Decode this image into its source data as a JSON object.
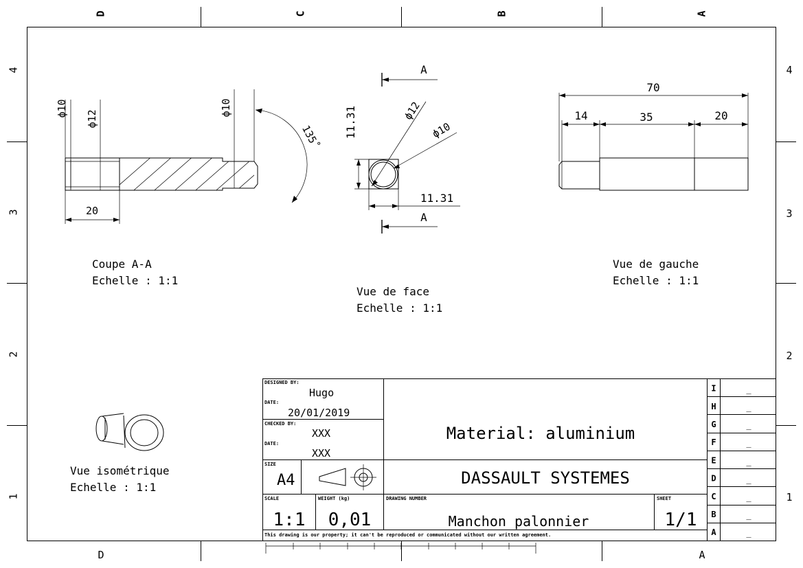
{
  "zones": {
    "top": [
      "D",
      "C",
      "B",
      "A"
    ],
    "bottom": [
      "D",
      "A"
    ],
    "left": [
      "4",
      "3",
      "2",
      "1"
    ],
    "right": [
      "4",
      "3",
      "2",
      "1"
    ]
  },
  "views": {
    "section": {
      "name": "Coupe A-A",
      "scale": "Echelle :  1:1",
      "dims": {
        "d1": "ϕ10",
        "d2": "ϕ12",
        "d3": "ϕ10",
        "len": "20",
        "angle": "135˚"
      }
    },
    "front": {
      "name": "Vue de face",
      "scale": "Echelle :  1:1",
      "dims": {
        "sq_v": "11.31",
        "sq_h": "11.31",
        "d12": "ϕ12",
        "d10": "ϕ10"
      },
      "section_label_top": "A",
      "section_label_bottom": "A"
    },
    "left": {
      "name": "Vue de gauche",
      "scale": "Echelle :  1:1",
      "dims": {
        "total": "70",
        "a": "14",
        "b": "35",
        "c": "20"
      }
    },
    "iso": {
      "name": "Vue isométrique",
      "scale": "Echelle :  1:1"
    }
  },
  "title_block": {
    "designed_by_label": "DESIGNED BY:",
    "designed_by": "Hugo",
    "date_label": "DATE:",
    "date": "20/01/2019",
    "checked_by_label": "CHECKED BY:",
    "checked_by": "XXX",
    "date2_label": "DATE:",
    "date2": "XXX",
    "size_label": "SIZE",
    "size": "A4",
    "material": "Material: aluminium",
    "company": "DASSAULT SYSTEMES",
    "scale_label": "SCALE",
    "scale": "1:1",
    "weight_label": "WEIGHT (kg)",
    "weight": "0,01",
    "drawing_number_label": "DRAWING NUMBER",
    "drawing_number": "Manchon palonnier",
    "sheet_label": "SHEET",
    "sheet": "1/1",
    "disclaimer": "This drawing is our property; it can't be reproduced or communicated without our written agreement.",
    "revisions": [
      {
        "letter": "I",
        "value": "_"
      },
      {
        "letter": "H",
        "value": "_"
      },
      {
        "letter": "G",
        "value": "_"
      },
      {
        "letter": "F",
        "value": "_"
      },
      {
        "letter": "E",
        "value": "_"
      },
      {
        "letter": "D",
        "value": "_"
      },
      {
        "letter": "C",
        "value": "_"
      },
      {
        "letter": "B",
        "value": "_"
      },
      {
        "letter": "A",
        "value": "_"
      }
    ]
  }
}
